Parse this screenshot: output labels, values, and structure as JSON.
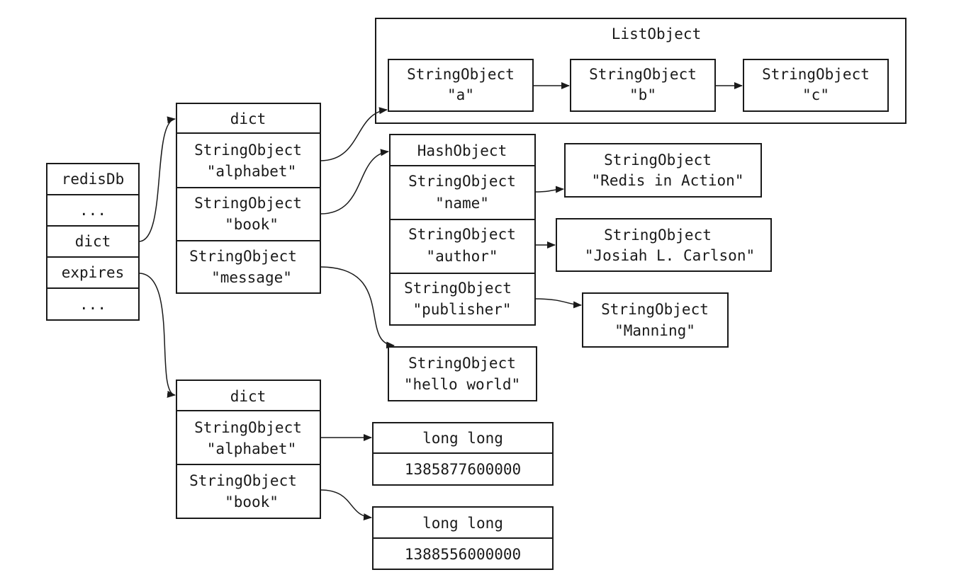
{
  "redisdb": {
    "rows": [
      "redisDb",
      "...",
      "dict",
      "expires",
      "..."
    ]
  },
  "dict_main": {
    "header": "dict",
    "keys": [
      {
        "type": "StringObject",
        "value": "\"alphabet\""
      },
      {
        "type": "StringObject",
        "value": "\"book\""
      },
      {
        "type": "StringObject",
        "value": "\"message\""
      }
    ]
  },
  "list_object": {
    "label": "ListObject",
    "items": [
      {
        "type": "StringObject",
        "value": "\"a\""
      },
      {
        "type": "StringObject",
        "value": "\"b\""
      },
      {
        "type": "StringObject",
        "value": "\"c\""
      }
    ]
  },
  "hash_object": {
    "header": "HashObject",
    "fields": [
      {
        "type": "StringObject",
        "value": "\"name\""
      },
      {
        "type": "StringObject",
        "value": "\"author\""
      },
      {
        "type": "StringObject",
        "value": "\"publisher\""
      }
    ],
    "values": [
      {
        "type": "StringObject",
        "value": "\"Redis in Action\""
      },
      {
        "type": "StringObject",
        "value": "\"Josiah L. Carlson\""
      },
      {
        "type": "StringObject",
        "value": "\"Manning\""
      }
    ]
  },
  "message_value": {
    "type": "StringObject",
    "value": "\"hello world\""
  },
  "dict_expires": {
    "header": "dict",
    "keys": [
      {
        "type": "StringObject",
        "value": "\"alphabet\""
      },
      {
        "type": "StringObject",
        "value": "\"book\""
      }
    ]
  },
  "expire_values": [
    {
      "type": "long long",
      "value": "1385877600000"
    },
    {
      "type": "long long",
      "value": "1388556000000"
    }
  ]
}
